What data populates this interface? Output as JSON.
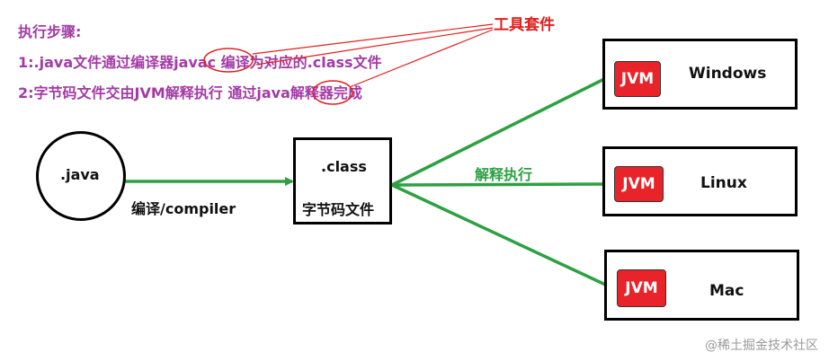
{
  "notes": {
    "title": "执行步骤:",
    "step1": "1:.java文件通过编译器javac 编译为对应的.class文件",
    "step2": "2:字节码文件交由JVM解释执行 通过java解释器完成"
  },
  "tool_label": "工具套件",
  "source": {
    "label": ".java"
  },
  "compile_label": "编译/compiler",
  "bytecode": {
    "ext": ".class",
    "name": "字节码文件"
  },
  "interpret_label": "解释执行",
  "targets": [
    {
      "jvm": "JVM",
      "os": "Windows"
    },
    {
      "jvm": "JVM",
      "os": "Linux"
    },
    {
      "jvm": "JVM",
      "os": "Mac"
    }
  ],
  "watermark": "@稀土掘金技术社区",
  "colors": {
    "note": "#a43aa6",
    "tool": "#e02020",
    "arrow": "#2ea043",
    "jvm": "#e8232a"
  }
}
